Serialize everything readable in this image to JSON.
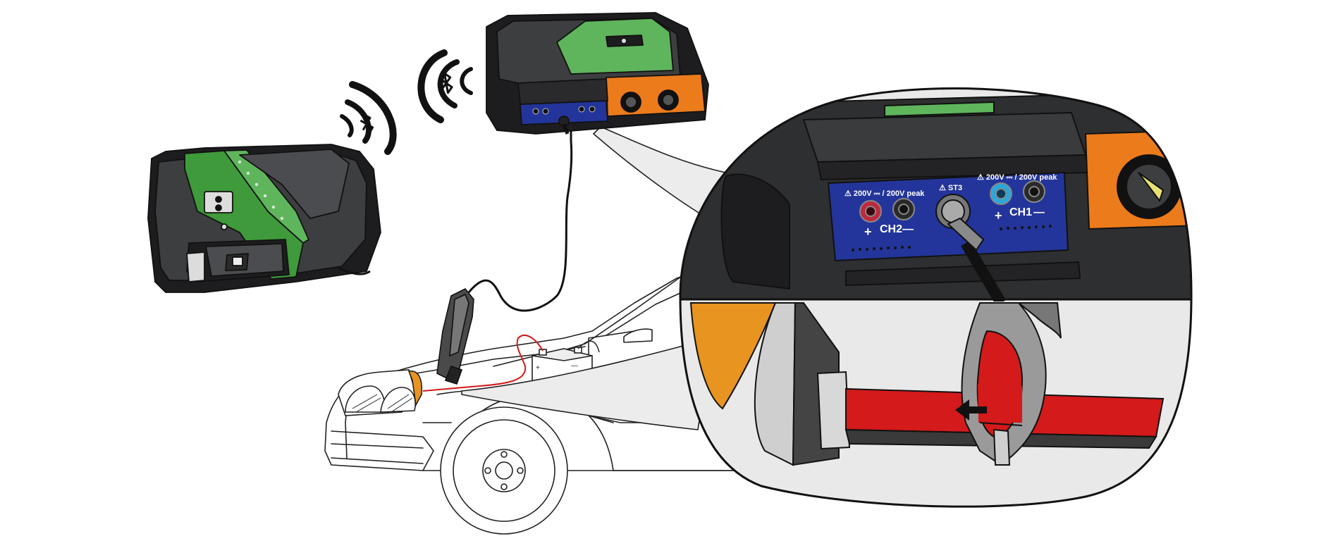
{
  "colors": {
    "device_body": "#3d3e40",
    "device_dark": "#1d1d1f",
    "green_panel": "#3e9a3a",
    "green_light": "#5fb55c",
    "blue_panel": "#23359a",
    "orange_panel": "#ec7b1c",
    "cable_red": "#d41a1a",
    "cable_dark": "#333333",
    "amber_lamp": "#e89420",
    "zoom_bg": "#e9e9e9",
    "outline": "#111111"
  },
  "icons": {
    "bluetooth_left": "bluetooth",
    "bluetooth_right": "bluetooth",
    "current_direction": "arrow-left"
  },
  "panel_labels": {
    "ch2_rating": "⚠ 200V ⎓ / 200V peak",
    "st3": "⚠ ST3",
    "ch1_rating": "⚠ 200V ⎓ / 200V peak",
    "ch2_name": "CH2",
    "ch1_name": "CH1",
    "plus": "+",
    "minus": "—"
  }
}
